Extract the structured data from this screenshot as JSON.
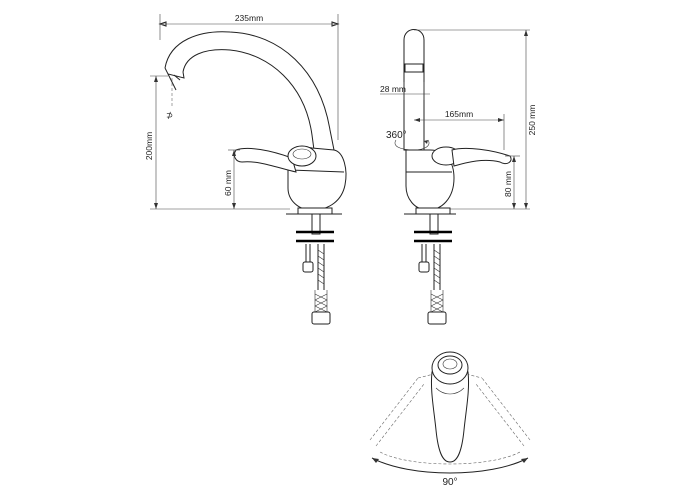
{
  "dimensions": {
    "overall_width": "235mm",
    "height_200": "200mm",
    "height_60": "60 mm",
    "spout_28": "28 mm",
    "reach_165": "165mm",
    "rotation_360": "360°",
    "height_250": "250 mm",
    "height_80": "80 mm",
    "lever_angle_90": "90°"
  }
}
